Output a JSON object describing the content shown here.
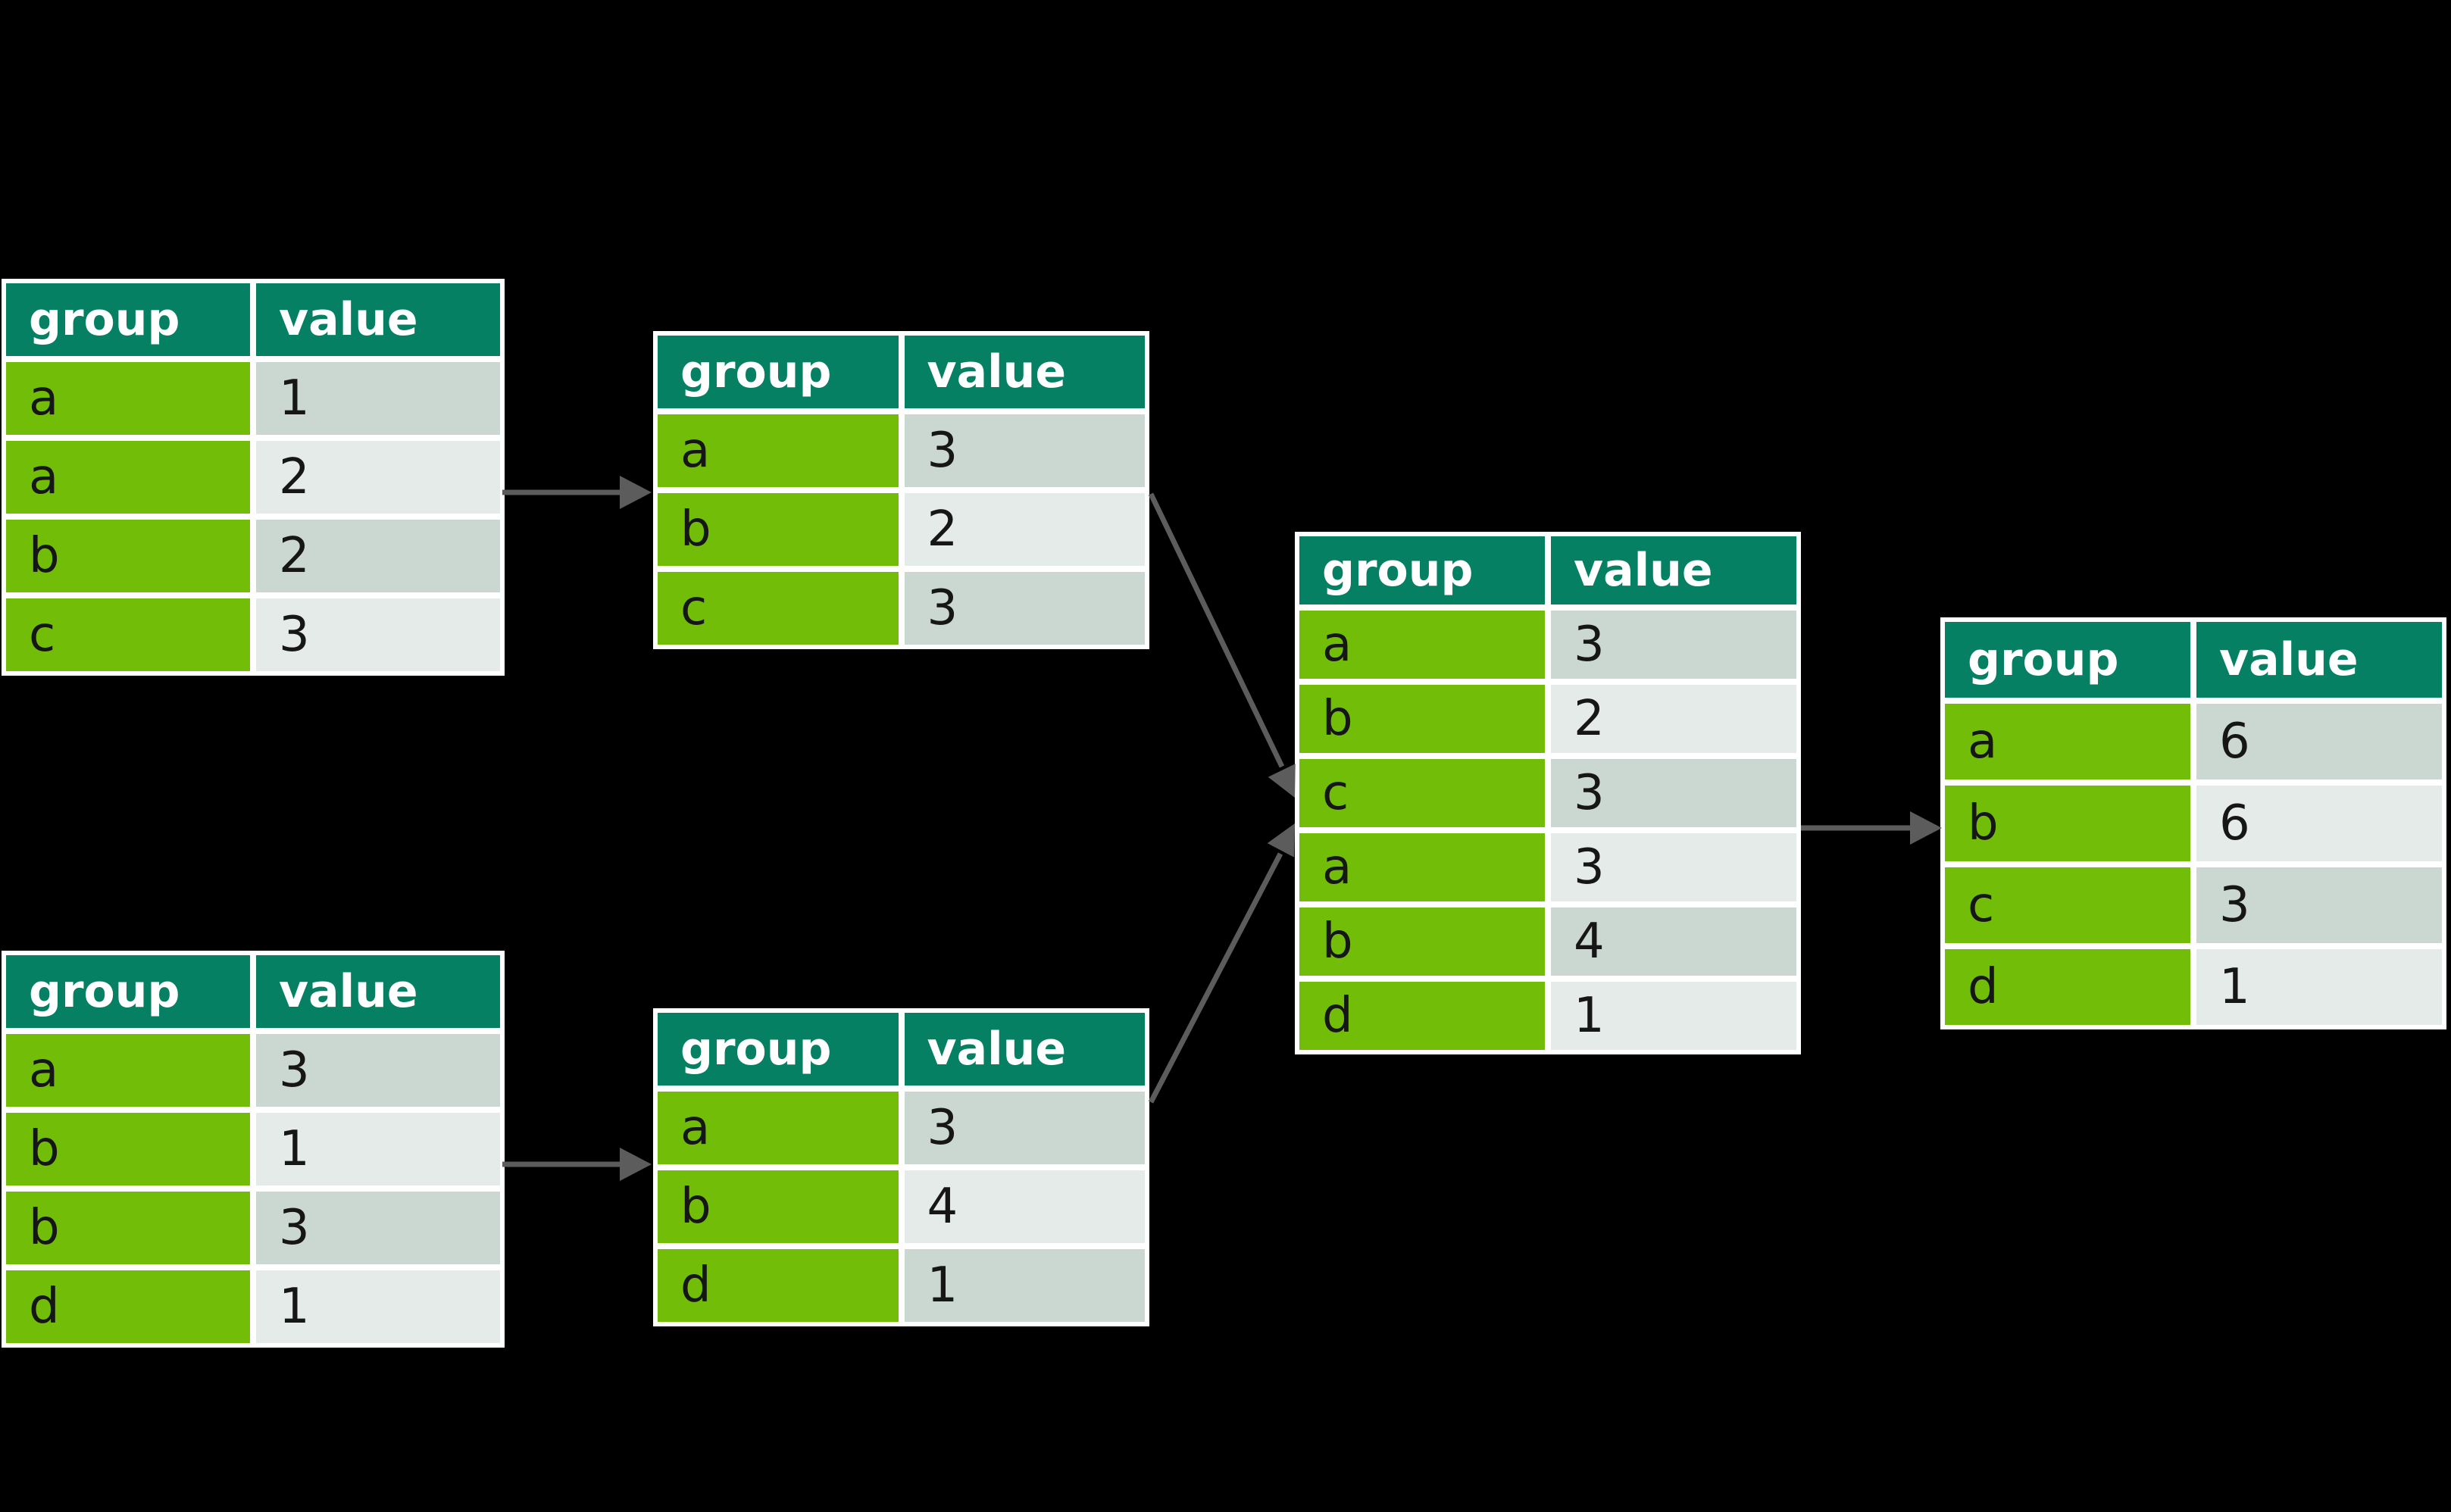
{
  "diagram": {
    "description_visible_text_only": true,
    "background": "#000000"
  },
  "colors": {
    "table_border": "#FFFFFF",
    "header_bg": "#058062",
    "header_text": "#FFFFFF",
    "group_cell_bg": "#72BD08",
    "value_cell_bg_dark": "#CBD8D2",
    "value_cell_bg_light": "#E5EBE8",
    "cell_text": "#161616",
    "arrow": "#5C5C5C"
  },
  "columns": {
    "group": "group",
    "value": "value"
  },
  "tables": [
    {
      "name": "source-top",
      "rows": [
        {
          "group": "a",
          "value": "1"
        },
        {
          "group": "a",
          "value": "2"
        },
        {
          "group": "b",
          "value": "2"
        },
        {
          "group": "c",
          "value": "3"
        }
      ]
    },
    {
      "name": "aggregated-top",
      "rows": [
        {
          "group": "a",
          "value": "3"
        },
        {
          "group": "b",
          "value": "2"
        },
        {
          "group": "c",
          "value": "3"
        }
      ]
    },
    {
      "name": "source-bottom",
      "rows": [
        {
          "group": "a",
          "value": "3"
        },
        {
          "group": "b",
          "value": "1"
        },
        {
          "group": "b",
          "value": "3"
        },
        {
          "group": "d",
          "value": "1"
        }
      ]
    },
    {
      "name": "aggregated-bottom",
      "rows": [
        {
          "group": "a",
          "value": "3"
        },
        {
          "group": "b",
          "value": "4"
        },
        {
          "group": "d",
          "value": "1"
        }
      ]
    },
    {
      "name": "combined",
      "rows": [
        {
          "group": "a",
          "value": "3"
        },
        {
          "group": "b",
          "value": "2"
        },
        {
          "group": "c",
          "value": "3"
        },
        {
          "group": "a",
          "value": "3"
        },
        {
          "group": "b",
          "value": "4"
        },
        {
          "group": "d",
          "value": "1"
        }
      ]
    },
    {
      "name": "result",
      "rows": [
        {
          "group": "a",
          "value": "6"
        },
        {
          "group": "b",
          "value": "6"
        },
        {
          "group": "c",
          "value": "3"
        },
        {
          "group": "d",
          "value": "1"
        }
      ]
    }
  ]
}
